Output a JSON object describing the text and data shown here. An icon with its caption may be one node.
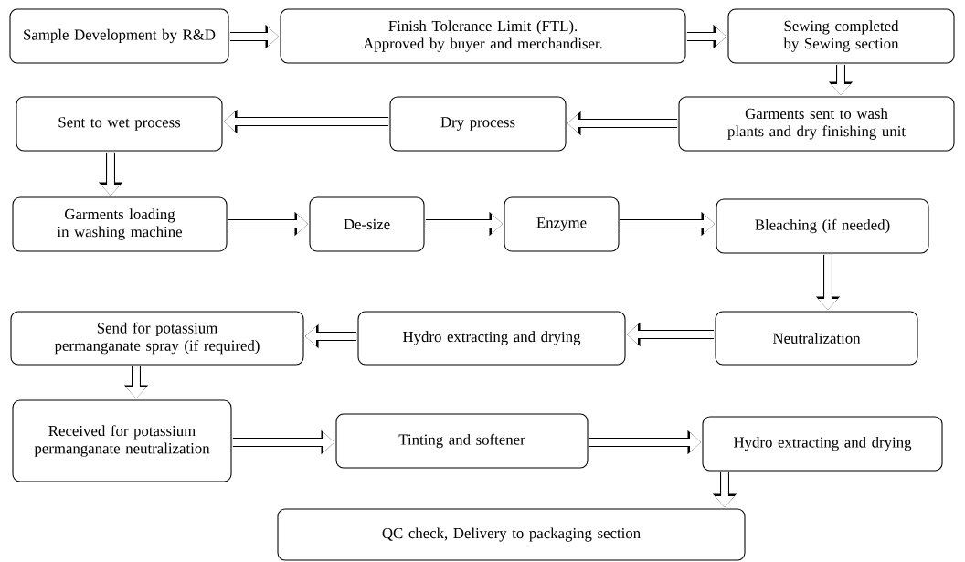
{
  "diagram": {
    "nodes": [
      {
        "text": [
          "Sample Development by R&D"
        ]
      },
      {
        "text": [
          "Finish Tolerance Limit (FTL). Approved by buyer and merchandiser."
        ]
      },
      {
        "text": [
          "Sewing completed by Sewing section"
        ]
      },
      {
        "text": [
          "Garments sent to wash plants and dry finishing unit"
        ]
      },
      {
        "text": [
          "Dry process"
        ]
      },
      {
        "text": [
          "Sent to wet process"
        ]
      },
      {
        "text": [
          "Garments loading in washing machine"
        ]
      },
      {
        "text": [
          "De-size"
        ]
      },
      {
        "text": [
          "Enzyme"
        ]
      },
      {
        "text": [
          "Bleaching (if needed)"
        ]
      },
      {
        "text": [
          "Neutralization"
        ]
      },
      {
        "text": [
          "Hydro extracting and drying"
        ]
      },
      {
        "text": [
          "Send for potassium permanganate spray (if required)"
        ]
      },
      {
        "text": [
          "Received for potassium permanganate neutralization"
        ]
      },
      {
        "text": [
          "Tinting and softener"
        ]
      },
      {
        "text": [
          "Hydro extracting and drying"
        ]
      },
      {
        "text": [
          "QC check, Delivery to packaging section"
        ]
      }
    ],
    "edges": [
      {
        "from": 0,
        "to": 1,
        "arrow": "to"
      },
      {
        "from": 1,
        "to": 2,
        "arrow": "to"
      },
      {
        "from": 2,
        "to": 3,
        "arrow": "to"
      },
      {
        "from": 3,
        "to": 4,
        "arrow": "to"
      },
      {
        "from": 4,
        "to": 5,
        "arrow": "to"
      },
      {
        "from": 5,
        "to": 6,
        "arrow": "to"
      },
      {
        "from": 6,
        "to": 7,
        "arrow": "to"
      },
      {
        "from": 7,
        "to": 8,
        "arrow": "to"
      },
      {
        "from": 8,
        "to": 9,
        "arrow": "to"
      },
      {
        "from": 9,
        "to": 10,
        "arrow": "to"
      },
      {
        "from": 10,
        "to": 11,
        "arrow": "to"
      },
      {
        "from": 11,
        "to": 12,
        "arrow": "to"
      },
      {
        "from": 12,
        "to": 13,
        "arrow": "to"
      },
      {
        "from": 13,
        "to": 14,
        "arrow": "to"
      },
      {
        "from": 14,
        "to": 15,
        "arrow": "to"
      },
      {
        "from": 15,
        "to": 16,
        "arrow": "to"
      }
    ]
  }
}
